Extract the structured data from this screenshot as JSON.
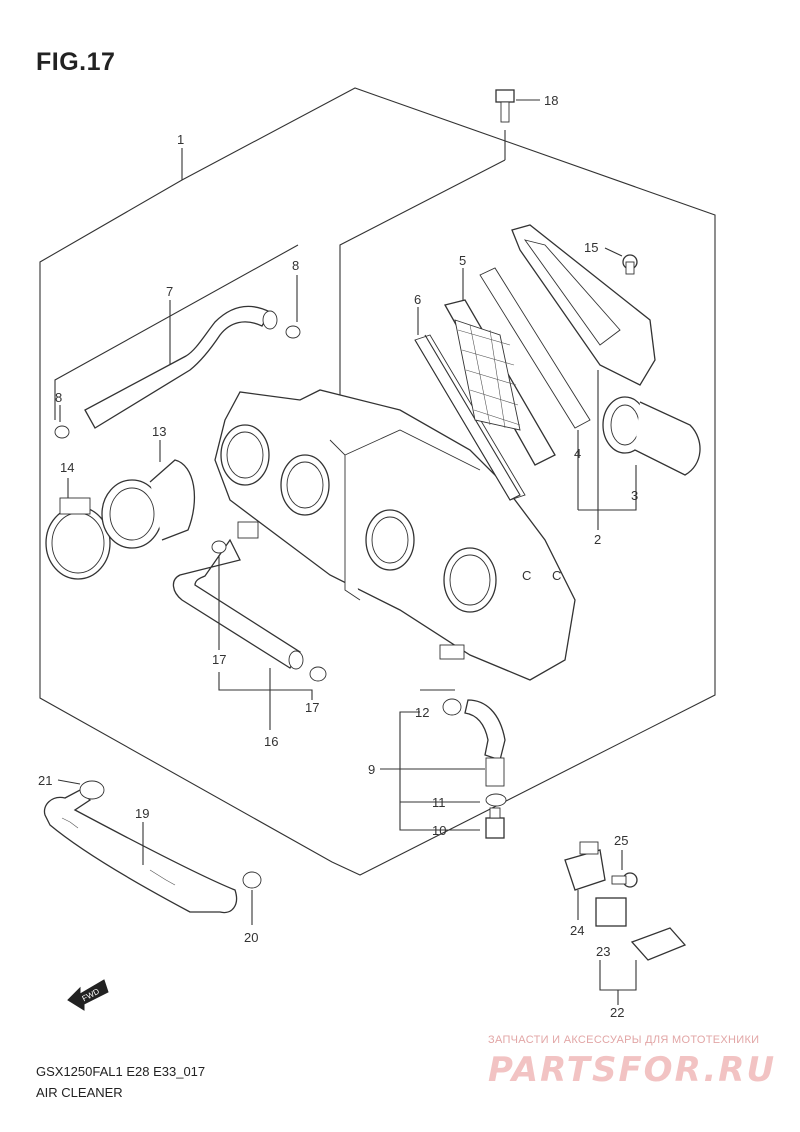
{
  "figure": {
    "title": "FIG.17",
    "model_code": "GSX1250FAL1 E28 E33_017",
    "assembly_name": "AIR CLEANER"
  },
  "callouts": [
    "1",
    "2",
    "3",
    "4",
    "5",
    "6",
    "7",
    "8",
    "8",
    "9",
    "10",
    "11",
    "12",
    "13",
    "14",
    "15",
    "16",
    "17",
    "17",
    "18",
    "19",
    "20",
    "21",
    "22",
    "23",
    "24",
    "25"
  ],
  "fwd_label": "FWD",
  "watermark": {
    "caption": "ЗАПЧАСТИ И АКСЕССУАРЫ ДЛЯ МОТОТЕХНИКИ",
    "logo": "PARTSFOR.RU"
  }
}
